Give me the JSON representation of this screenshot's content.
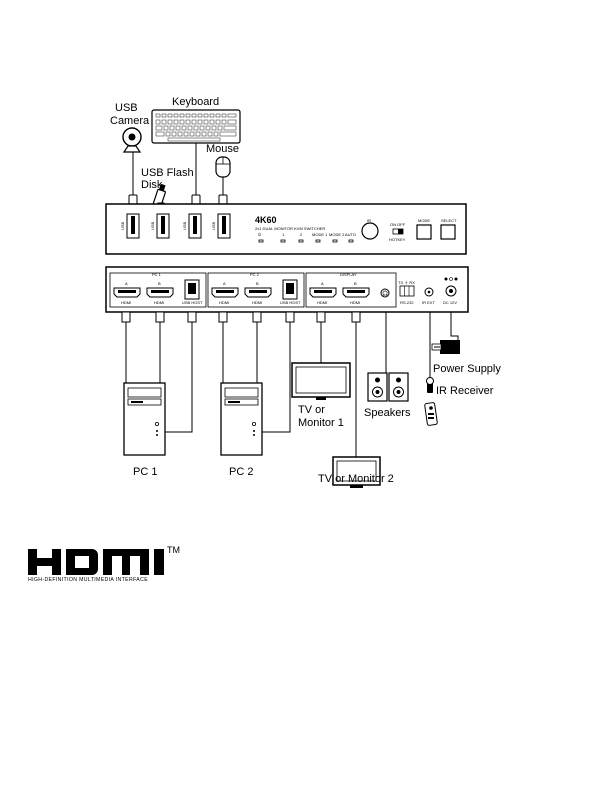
{
  "labels": {
    "usb_camera_1": "USB",
    "usb_camera_2": "Camera",
    "keyboard": "Keyboard",
    "mouse": "Mouse",
    "usb_flash_1": "USB Flash",
    "usb_flash_2": "Disk",
    "pc1": "PC 1",
    "pc2": "PC 2",
    "tv1_1": "TV or",
    "tv1_2": "Monitor 1",
    "tv2": "TV or Monitor 2",
    "speakers": "Speakers",
    "ir_receiver": "IR Receiver",
    "power_supply": "Power Supply"
  },
  "front_panel": {
    "brand": "4K60",
    "model": "2x1 DUAL MONITOR KVM SWITCHER",
    "led_labels": [
      "⏻",
      "1",
      "2",
      "MODE 1",
      "MODE 2",
      "AUTO"
    ],
    "ir_label": "IR",
    "hotkey_on_off": "ON  OFF",
    "hotkey": "HOTKEY",
    "mode_button": "MODE",
    "select_button": "SELECT",
    "usb_port_label": "USB"
  },
  "rear_panel": {
    "group_pc1": "PC 1",
    "group_pc2": "PC 2",
    "group_display": "DISPLAY",
    "port_a": "A",
    "port_b": "B",
    "hdmi": "HDMI",
    "usb_host": "USB HOST",
    "rs232_top": "TX ⏚ RX",
    "rs232": "RS-232",
    "ir_ext": "IR EXT",
    "dc": "DC 12V"
  },
  "logo": {
    "text": "HDMI",
    "tm": "TM",
    "tagline": "HIGH-DEFINITION MULTIMEDIA INTERFACE"
  }
}
